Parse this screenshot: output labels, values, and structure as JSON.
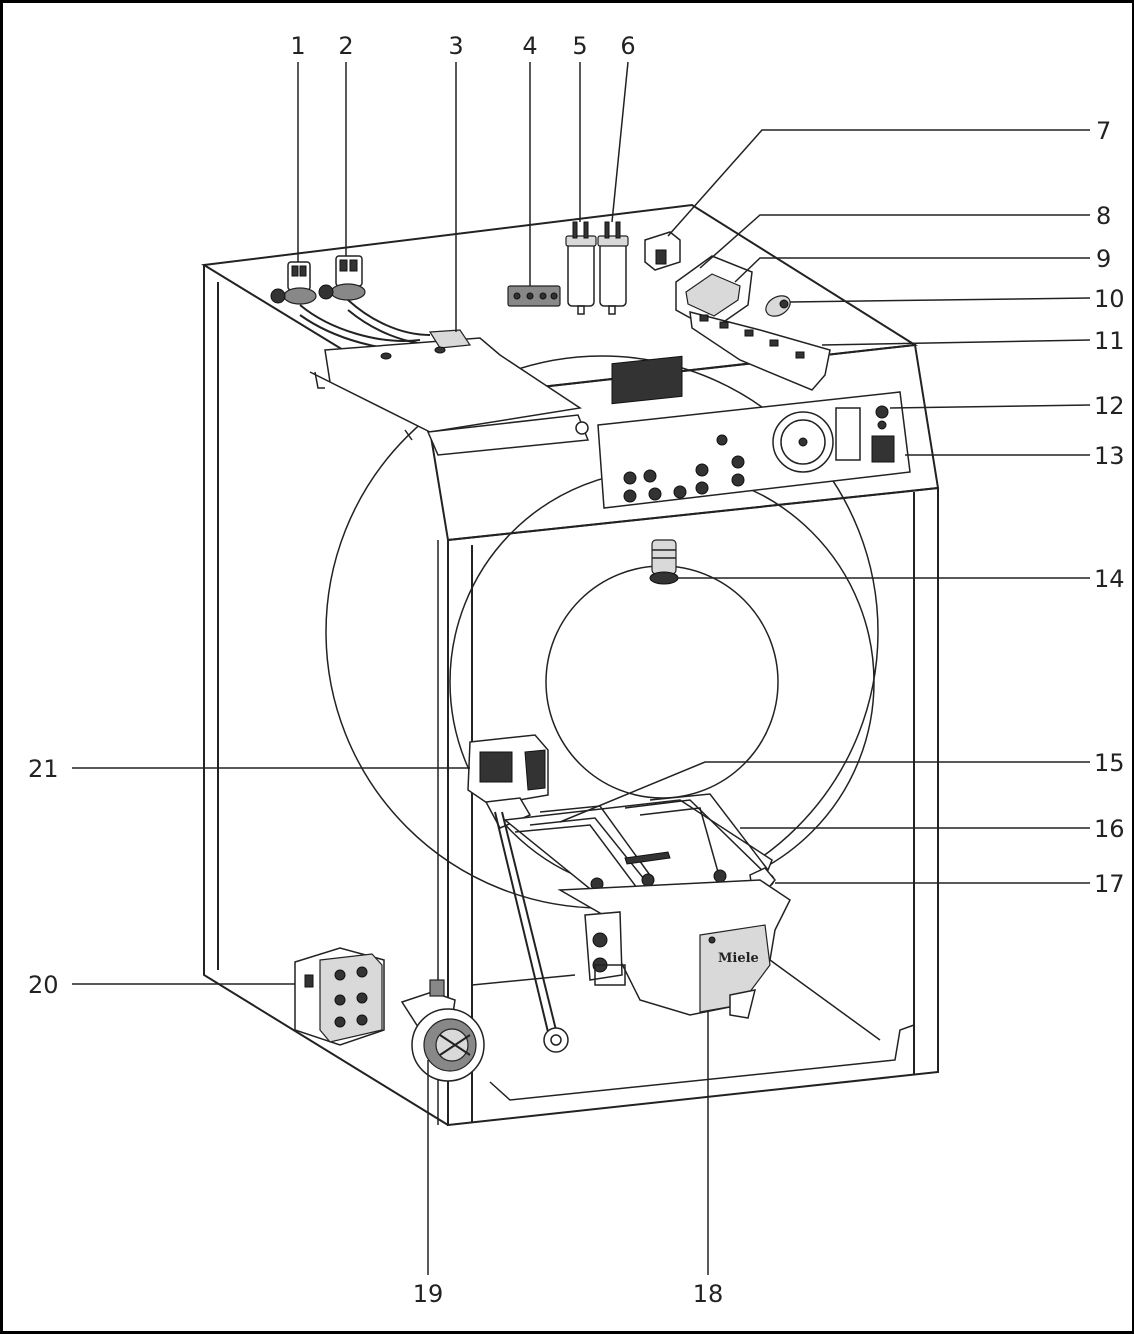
{
  "figure": {
    "callouts": [
      {
        "id": "1",
        "label": "1"
      },
      {
        "id": "2",
        "label": "2"
      },
      {
        "id": "3",
        "label": "3"
      },
      {
        "id": "4",
        "label": "4"
      },
      {
        "id": "5",
        "label": "5"
      },
      {
        "id": "6",
        "label": "6"
      },
      {
        "id": "7",
        "label": "7"
      },
      {
        "id": "8",
        "label": "8"
      },
      {
        "id": "9",
        "label": "9"
      },
      {
        "id": "10",
        "label": "10"
      },
      {
        "id": "11",
        "label": "11"
      },
      {
        "id": "12",
        "label": "12"
      },
      {
        "id": "13",
        "label": "13"
      },
      {
        "id": "14",
        "label": "14"
      },
      {
        "id": "15",
        "label": "15"
      },
      {
        "id": "16",
        "label": "16"
      },
      {
        "id": "17",
        "label": "17"
      },
      {
        "id": "18",
        "label": "18"
      },
      {
        "id": "19",
        "label": "19"
      },
      {
        "id": "20",
        "label": "20"
      },
      {
        "id": "21",
        "label": "21"
      }
    ],
    "heater_brand": "Miele"
  }
}
